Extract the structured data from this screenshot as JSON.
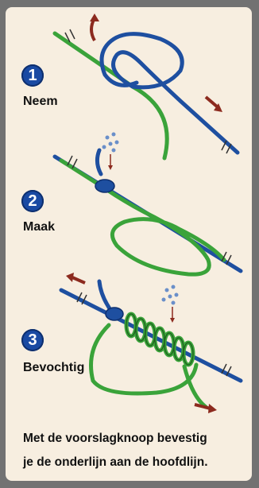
{
  "steps": [
    {
      "number": "1",
      "label": "Neem"
    },
    {
      "number": "2",
      "label": "Maak"
    },
    {
      "number": "3",
      "label": "Bevochtig"
    }
  ],
  "caption_line1": "Met de voorslagknoop bevestig",
  "caption_line2": "je de onderlijn aan de hoofdlijn.",
  "colors": {
    "main_line": "#1e4fa0",
    "leader_line": "#3aa33a",
    "arrow": "#8c2a1e",
    "panel": "#f7eee0",
    "frame": "#727272",
    "badge": "#1a4aa3"
  }
}
